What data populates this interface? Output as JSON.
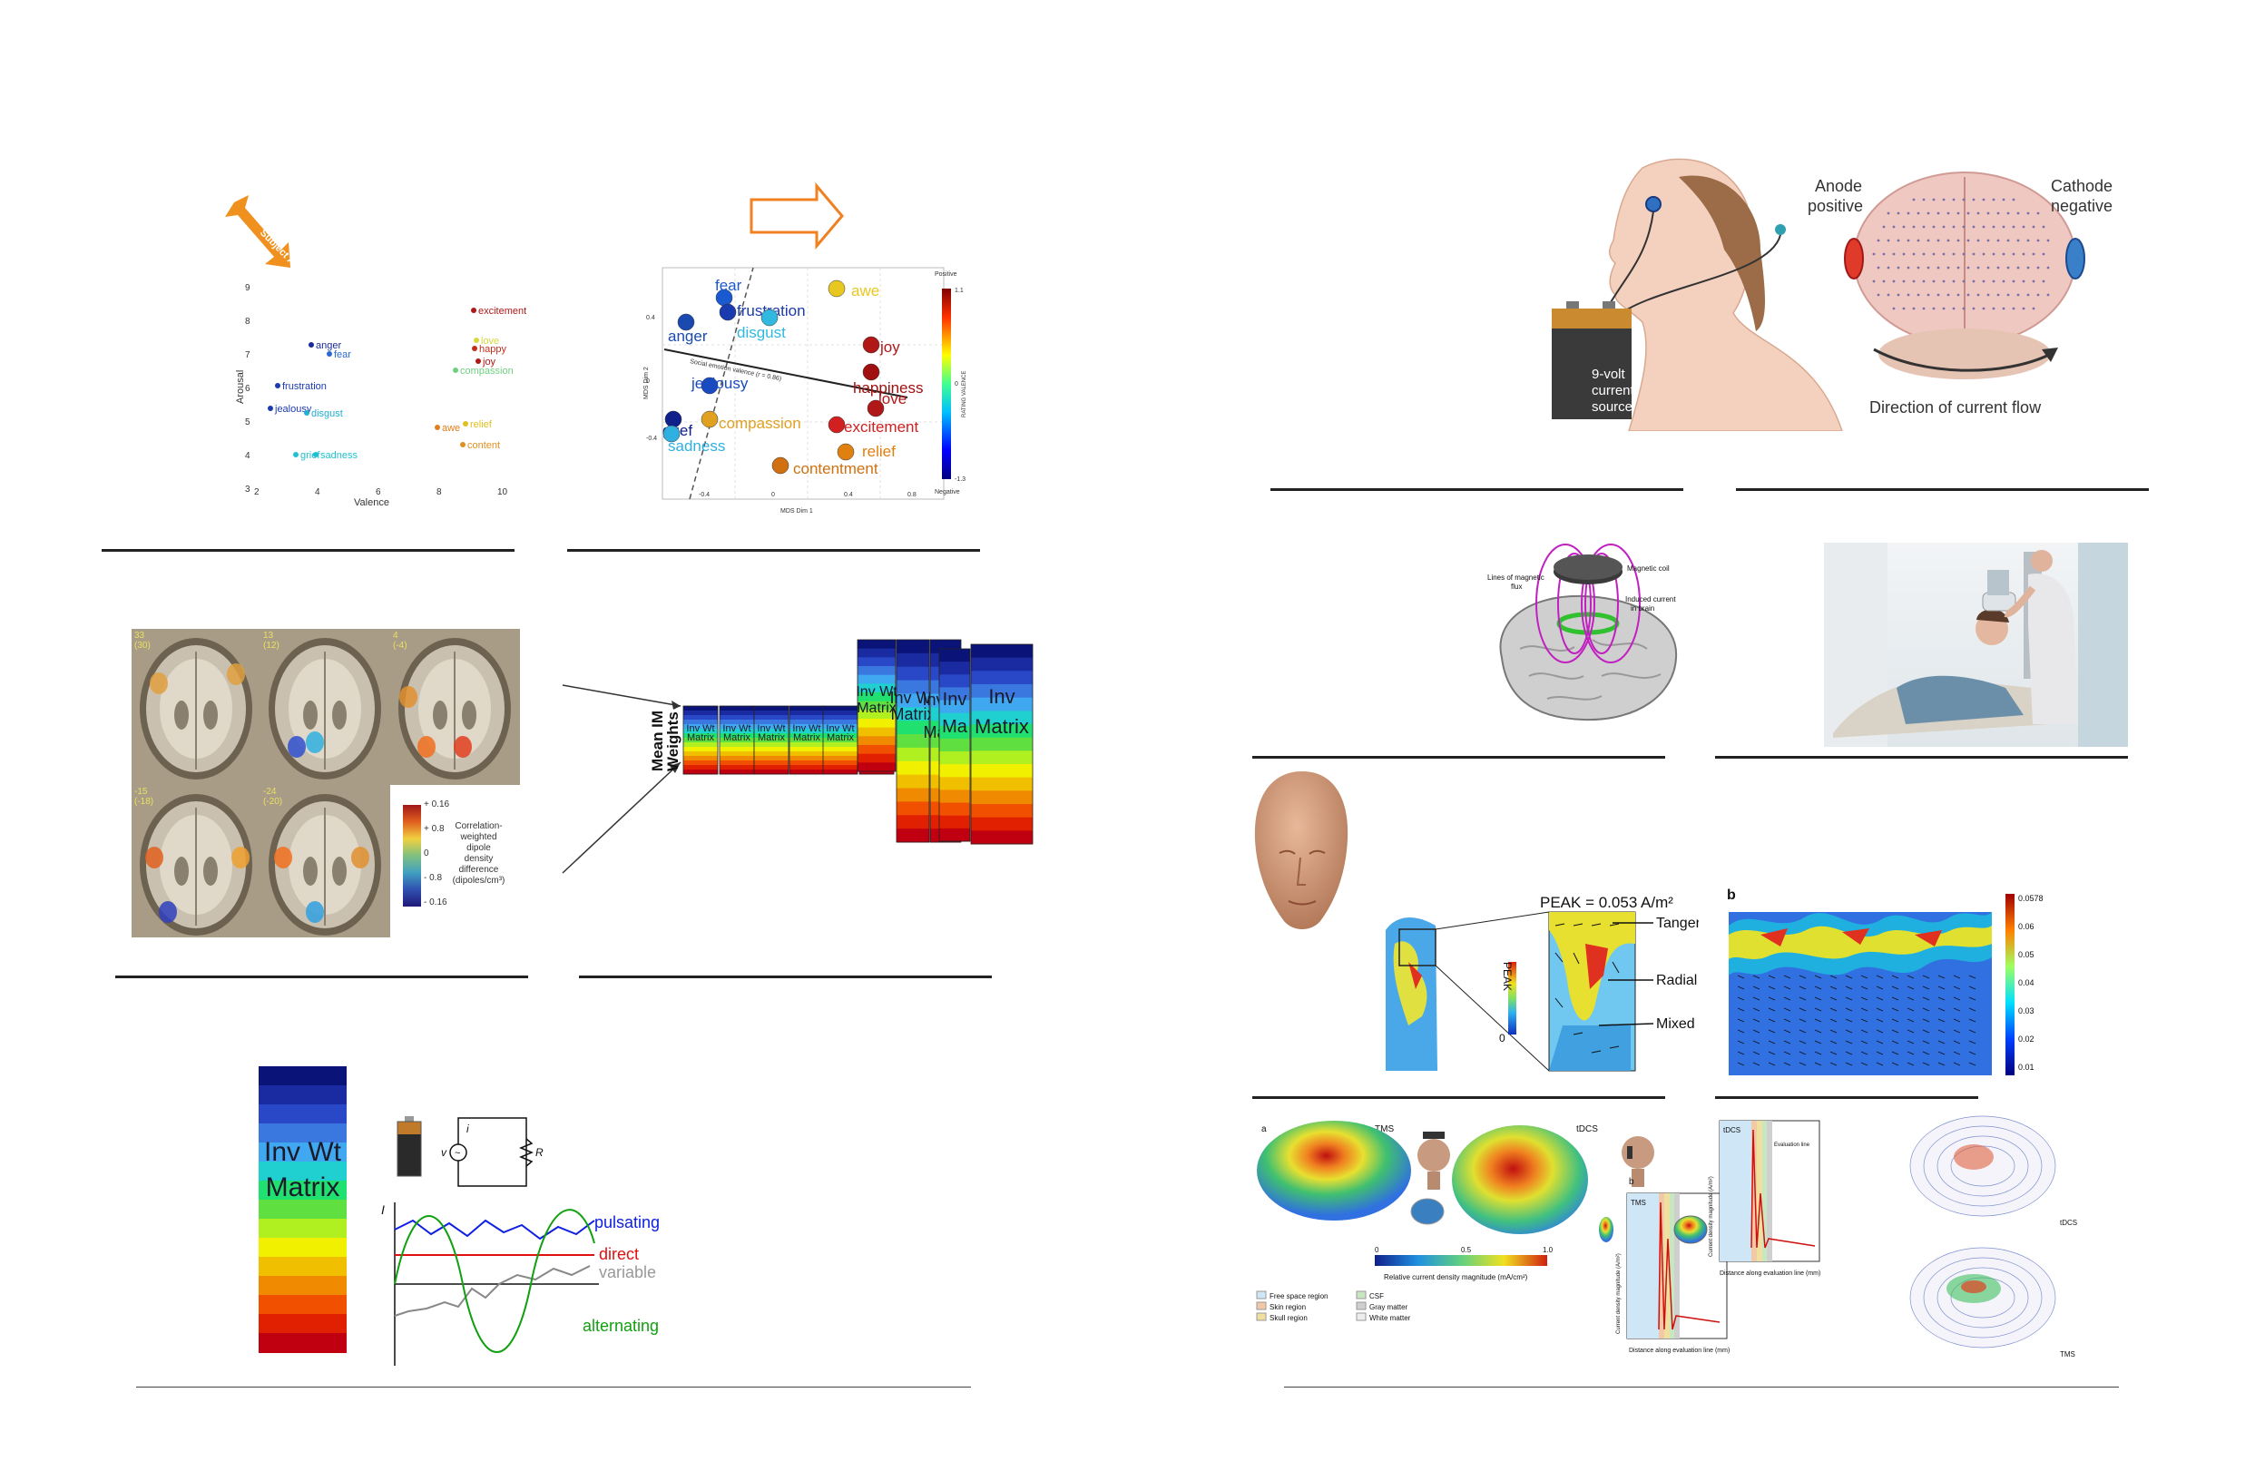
{
  "panel_scatter1": {
    "arrow_label": "Subject Axis",
    "y_label": "Arousal",
    "x_label": "Valence",
    "y_ticks": [
      "9",
      "8",
      "7",
      "6",
      "5",
      "4",
      "3"
    ],
    "x_ticks": [
      "2",
      "4",
      "6",
      "8",
      "10"
    ],
    "points": [
      {
        "label": "excitement",
        "color": "#b01818"
      },
      {
        "label": "anger",
        "color": "#1a2a9a"
      },
      {
        "label": "fear",
        "color": "#2a6ad0"
      },
      {
        "label": "love",
        "color": "#d8d840"
      },
      {
        "label": "happy",
        "color": "#c03020"
      },
      {
        "label": "joy",
        "color": "#b01818"
      },
      {
        "label": "compassion",
        "color": "#70d080"
      },
      {
        "label": "frustration",
        "color": "#1a3ab0"
      },
      {
        "label": "jealousy",
        "color": "#1a3ab0"
      },
      {
        "label": "disgust",
        "color": "#20b0d0"
      },
      {
        "label": "relief",
        "color": "#e0c020"
      },
      {
        "label": "awe",
        "color": "#e08020"
      },
      {
        "label": "content",
        "color": "#e09020"
      },
      {
        "label": "grief",
        "color": "#20c0d0"
      },
      {
        "label": "sadness",
        "color": "#20c0d0"
      }
    ]
  },
  "panel_scatter2": {
    "x_label": "MDS Dim 1",
    "y_label": "MDS Dim 2",
    "y_ticks": [
      "0.4",
      "0",
      "-0.4"
    ],
    "x_ticks": [
      "-0.4",
      "0",
      "0.4",
      "0.8"
    ],
    "trend_label": "Social emotion valence (r = 0.86)",
    "colorbar_top": "Positive",
    "colorbar_bottom": "Negative",
    "colorbar_max": "1.1",
    "colorbar_mid": "0",
    "colorbar_min": "-1.3",
    "colorbar_title": "RATING VALENCE",
    "points": [
      {
        "label": "fear",
        "color": "#1a5ad0"
      },
      {
        "label": "awe",
        "color": "#e8c820"
      },
      {
        "label": "frustration",
        "color": "#1a3ab0"
      },
      {
        "label": "anger",
        "color": "#1a4ab0"
      },
      {
        "label": "disgust",
        "color": "#30b8e0"
      },
      {
        "label": "joy",
        "color": "#b01818"
      },
      {
        "label": "happiness",
        "color": "#a01010"
      },
      {
        "label": "jealousy",
        "color": "#1a4ac0"
      },
      {
        "label": "love",
        "color": "#b01818"
      },
      {
        "label": "grief",
        "color": "#10208a"
      },
      {
        "label": "compassion",
        "color": "#e0a020"
      },
      {
        "label": "excitement",
        "color": "#d02020"
      },
      {
        "label": "sadness",
        "color": "#30b0e0"
      },
      {
        "label": "relief",
        "color": "#e08010"
      },
      {
        "label": "contentment",
        "color": "#d07010"
      }
    ]
  },
  "panel_brain": {
    "slices": [
      {
        "top": "33",
        "bottom": "(30)"
      },
      {
        "top": "13",
        "bottom": "(12)"
      },
      {
        "top": "4",
        "bottom": "(-4)"
      },
      {
        "top": "-15",
        "bottom": "(-18)"
      },
      {
        "top": "-24",
        "bottom": "(-20)"
      }
    ],
    "legend_ticks": [
      "+ 0.16",
      "+ 0.8",
      "0",
      "- 0.8",
      "- 0.16"
    ],
    "legend_text": [
      "Correlation-",
      "weighted",
      "dipole",
      "density",
      "difference",
      "(dipoles/cm³)"
    ]
  },
  "panel_matrices": {
    "axis_label_1": "Mean IM",
    "axis_label_2": "Weights",
    "small_top": "Inv Wt",
    "small_bottom": "Matrix",
    "big_top": "Inv Wt",
    "big_bottom": "Matrix",
    "mid_top": "Inv",
    "mid_bottom": "Ma",
    "wide_top": "Inv",
    "wide_bottom": "Matrix"
  },
  "panel_waves": {
    "matrix_top": "Inv Wt",
    "matrix_bottom": "Matrix",
    "circuit_i": "i",
    "circuit_v": "v",
    "circuit_r": "R",
    "axis_i": "I",
    "pulsating": "pulsating",
    "direct": "direct",
    "variable": "variable",
    "alternating": "alternating"
  },
  "panel_tdcs": {
    "battery_text": [
      "9-volt",
      "current",
      "source"
    ],
    "anode_1": "Anode",
    "anode_2": "positive",
    "cathode_1": "Cathode",
    "cathode_2": "negative",
    "flow": "Direction of current flow"
  },
  "panel_tms": {
    "coil": "Magnetic coil",
    "flux_1": "Lines of magnetic",
    "flux_2": "flux",
    "induced_1": "Induced current",
    "induced_2": "in brain"
  },
  "panel_density": {
    "peak": "PEAK = 0.053 A/m²",
    "scale_top": "PEAK",
    "scale_bottom": "0",
    "tangential": "Tangential",
    "radial": "Radial",
    "mixed": "Mixed",
    "b_label": "b",
    "b_ticks": [
      "0.0578",
      "0.06",
      "0.05",
      "0.04",
      "0.03",
      "0.02",
      "0.01"
    ]
  },
  "panel_models": {
    "a_label": "a",
    "b_label": "b",
    "tms": "TMS",
    "tdcs": "tDCS",
    "scale_label": "Relative current density magnitude (mA/cm²)",
    "scale_ticks": [
      "0",
      "0.5",
      "1.0"
    ],
    "legend": [
      "Free space region",
      "Skin region",
      "Skull region",
      "CSF",
      "Gray matter",
      "White matter"
    ],
    "legend_colors": [
      "#cfe6f6",
      "#f2c9a6",
      "#f0e0a0",
      "#c8e6c0",
      "#cfcfcf",
      "#ededed"
    ],
    "plot_tms": "TMS",
    "plot_tdcs": "tDCS",
    "plot_x": "Distance along evaluation line (mm)",
    "plot_y": "Current density magnitude (A/m²)",
    "eval_line": "Evaluation line",
    "wire_tdcs": "tDCS",
    "wire_tms": "TMS"
  }
}
